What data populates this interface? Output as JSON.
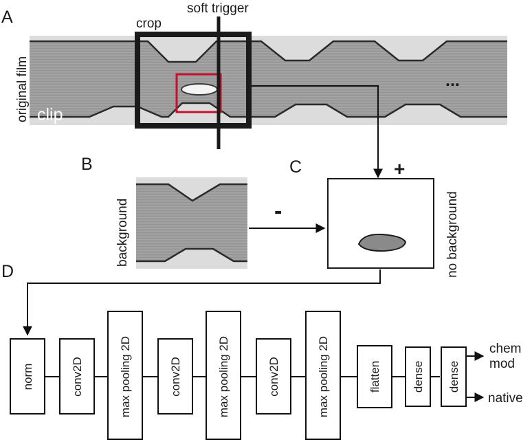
{
  "panels": {
    "a": "A",
    "b": "B",
    "c": "C",
    "d": "D"
  },
  "film": {
    "title": "original film",
    "clip": "clip",
    "ellipsis": "...",
    "crop": "crop",
    "trigger": "soft trigger"
  },
  "background": {
    "label": "background",
    "minus": "-"
  },
  "no_background": {
    "label": "no background",
    "plus": "+"
  },
  "network": {
    "layers": [
      "norm",
      "conv2D",
      "max pooling 2D",
      "conv2D",
      "max pooling 2D",
      "conv2D",
      "max pooling 2D",
      "flatten",
      "dense",
      "dense"
    ],
    "outputs": [
      "chem mod",
      "native"
    ]
  },
  "colors": {
    "crop_box": "#1a1a1a",
    "highlight_box": "#c8102e",
    "channel_bg": "#9d9d9d",
    "channel_wall": "#2a2a2a"
  }
}
